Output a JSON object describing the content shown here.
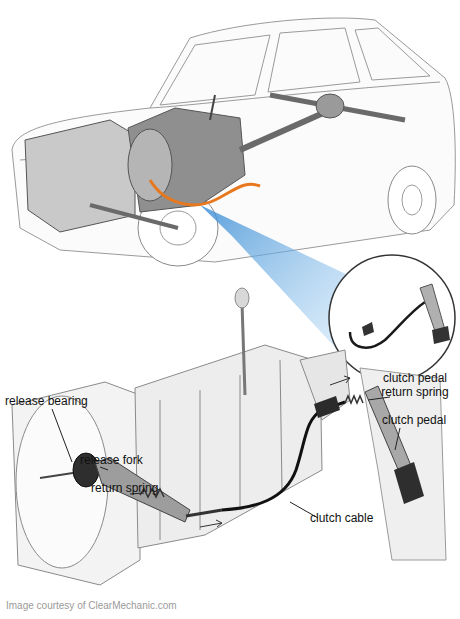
{
  "diagram": {
    "labels": [
      "clutch pedal return spring",
      "clutch pedal",
      "release bearing",
      "release fork",
      "return spring",
      "clutch cable",
      "Image courtesy of ClearMechanic.com"
    ]
  }
}
